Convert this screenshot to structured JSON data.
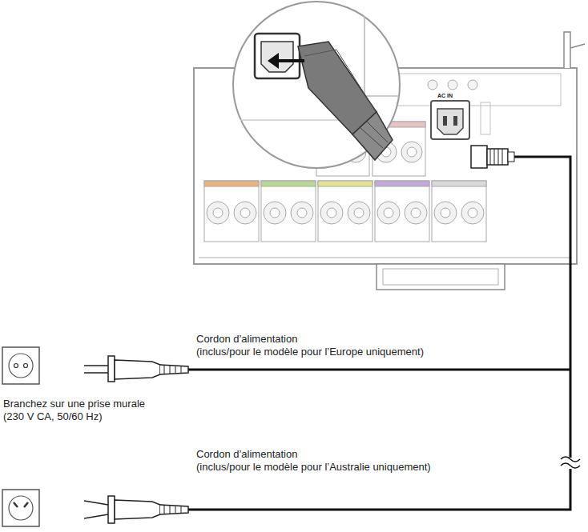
{
  "diagram": {
    "labels": [
      "AC IN",
      "Cordon d’alimentation",
      "(inclus/pour le modèle pour l’Europe uniquement)",
      "Branchez sur une prise murale",
      "(230 V CA, 50/60 Hz)",
      "Cordon d’alimentation",
      "(inclus/pour le modèle pour l’Australie uniquement)"
    ]
  }
}
